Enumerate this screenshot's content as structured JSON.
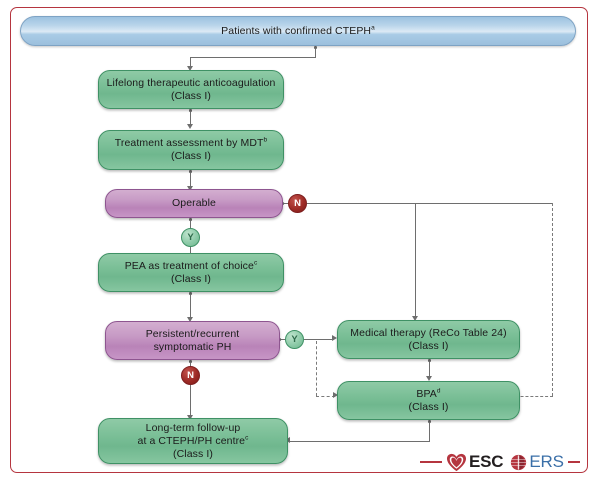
{
  "figure": {
    "title": "CTEPH treatment algorithm flowchart",
    "frame_color": "#b5353f",
    "background": "#ffffff"
  },
  "palette": {
    "green_fill": "#7cc098",
    "green_border": "#3f9165",
    "magenta_fill": "#c79ac5",
    "magenta_border": "#8e5590",
    "blue_fill": "#b9d5ea",
    "blue_border": "#7ea3c4",
    "badge_no": "#9e2b26",
    "badge_yes": "#8dcaa8",
    "connector": "#6e6e6e",
    "esc_red": "#b5353f",
    "ers_blue": "#3a6fa8"
  },
  "nodes": {
    "start": {
      "label": "Patients with confirmed CTEPH",
      "superscript": "a",
      "type": "start",
      "shape": "pill",
      "color": "blue"
    },
    "anticoagulation": {
      "line1": "Lifelong therapeutic anticoagulation",
      "line2": "(Class I)",
      "superscript": "",
      "type": "action",
      "color": "green"
    },
    "mdt": {
      "line1": "Treatment assessment by MDT",
      "superscript": "b",
      "line2": "(Class I)",
      "type": "action",
      "color": "green"
    },
    "operable": {
      "label": "Operable",
      "type": "decision",
      "color": "magenta"
    },
    "pea": {
      "line1": "PEA as treatment of choice",
      "superscript": "c",
      "line2": "(Class I)",
      "type": "action",
      "color": "green"
    },
    "persistent_ph": {
      "line1": "Persistent/recurrent",
      "line2": "symptomatic PH",
      "type": "decision",
      "color": "magenta"
    },
    "medical_therapy": {
      "line1": "Medical therapy (ReCo Table 24)",
      "line2": "(Class I)",
      "type": "action",
      "color": "green"
    },
    "bpa": {
      "line1": "BPA",
      "superscript": "d",
      "line2": "(Class I)",
      "type": "action",
      "color": "green"
    },
    "followup": {
      "line1": "Long-term follow-up",
      "line2": "at a CTEPH/PH centre",
      "superscript": "c",
      "line3": "(Class I)",
      "type": "action",
      "color": "green"
    }
  },
  "badges": {
    "operable_no": {
      "label": "N",
      "kind": "no"
    },
    "operable_yes": {
      "label": "Y",
      "kind": "yes"
    },
    "persistent_yes": {
      "label": "Y",
      "kind": "yes"
    },
    "persistent_no": {
      "label": "N",
      "kind": "no"
    }
  },
  "logos": {
    "esc": {
      "text": "ESC",
      "icon": "heart-icon"
    },
    "ers": {
      "text": "ERS",
      "icon": "lung-globe-icon"
    }
  }
}
